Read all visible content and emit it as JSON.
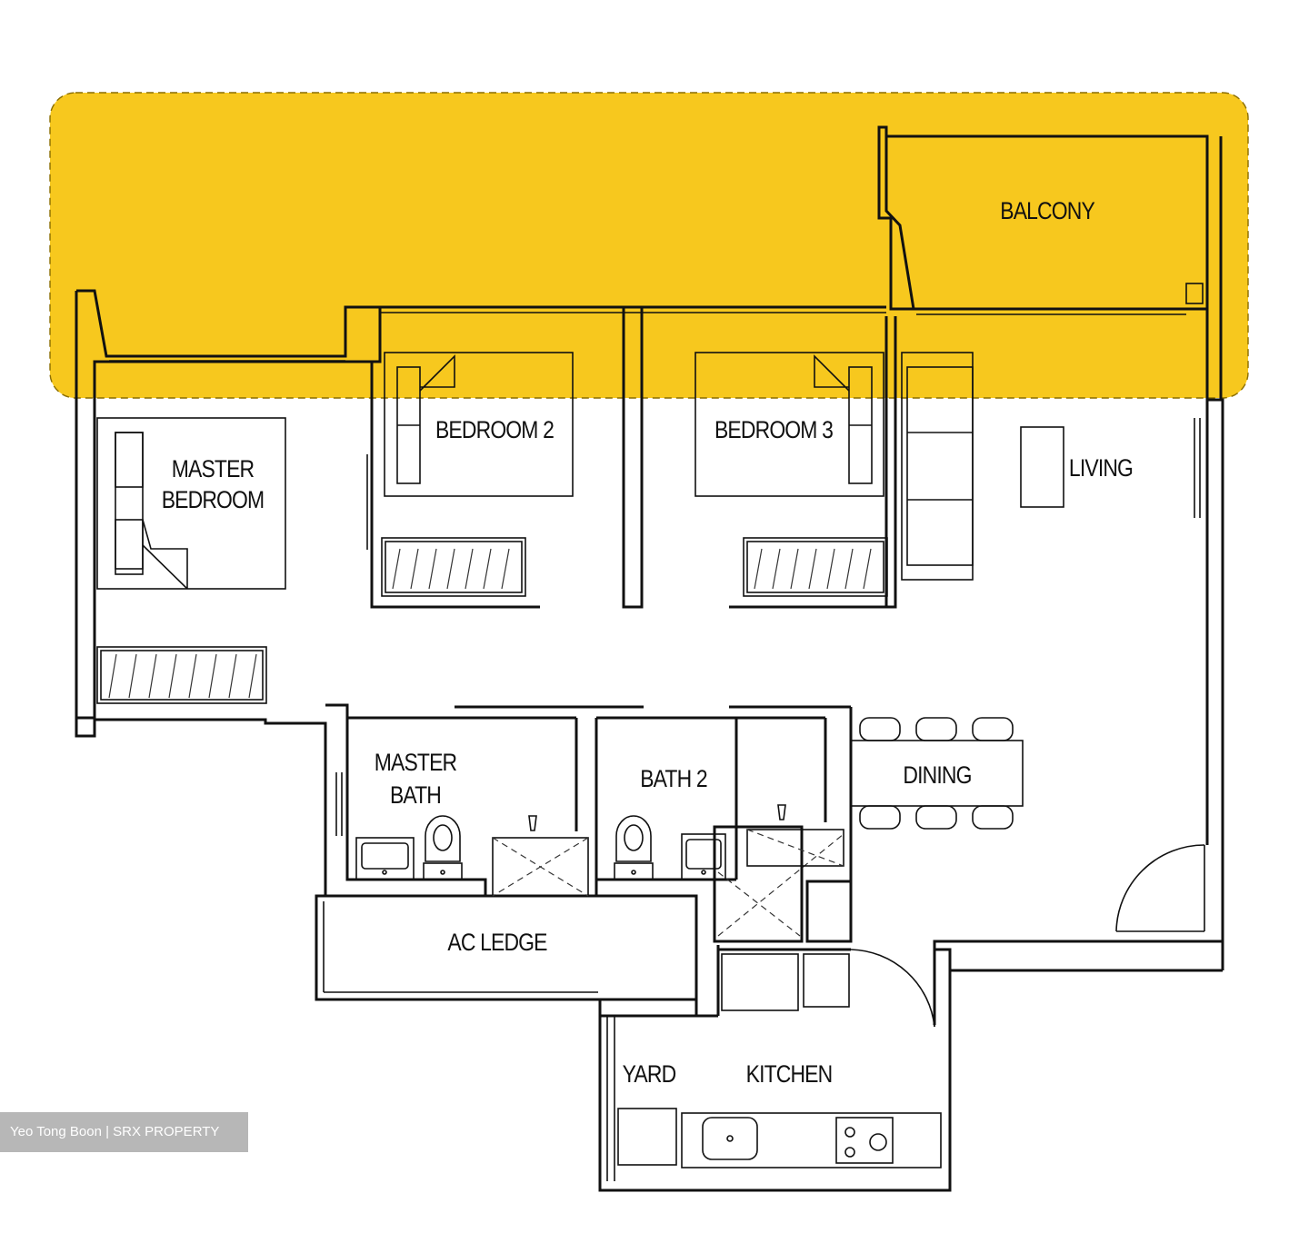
{
  "plan": {
    "highlight_color": "#f7c81e",
    "wall_color": "#111111",
    "rooms": {
      "balcony": "BALCONY",
      "bedroom_2": "BEDROOM 2",
      "bedroom_3": "BEDROOM 3",
      "master_bedroom_line1": "MASTER",
      "master_bedroom_line2": "BEDROOM",
      "living": "LIVING",
      "master_bath_line1": "MASTER",
      "master_bath_line2": "BATH",
      "bath_2": "BATH 2",
      "dining": "DINING",
      "ac_ledge": "AC LEDGE",
      "yard": "YARD",
      "kitchen": "KITCHEN"
    }
  },
  "watermark": {
    "text": "Yeo Tong Boon | SRX PROPERTY"
  }
}
